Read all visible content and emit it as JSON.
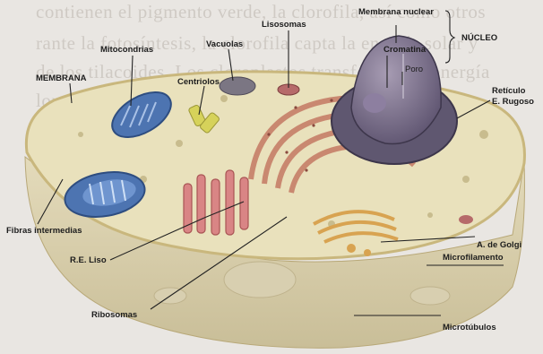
{
  "background_text": [
    "contienen el pigmento verde, la clorofila, así como otros",
    "rante la fotosíntesis, la clorofila capta la energía solar y",
    "de los tilacoides. Los cloroplastos transforman la energía",
    "lorofila..."
  ],
  "labels": {
    "membrana": "MEMBRANA",
    "mitocondrias": "Mitocondrias",
    "vacuolas": "Vacuolas",
    "lisosomas": "Lisosomas",
    "membrana_nuclear": "Membrana nuclear",
    "nucleo": "NÚCLEO",
    "cromatina": "Cromatina",
    "poro": "Poro",
    "centriolos": "Centriolos",
    "reticulo_line1": "Retículo",
    "reticulo_line2": "E. Rugoso",
    "fibras": "Fibras intermedias",
    "golgi": "A. de Golgi",
    "re_liso": "R.E. Liso",
    "microfilamento": "Microfilamento",
    "ribosomas": "Ribosomas",
    "microtubulos": "Microtúbulos"
  },
  "colors": {
    "cytoplasm": "#e7dfb8",
    "cell_side": "#ddd3ad",
    "membrane": "#c9b77d",
    "nucleus": "#7a6f88",
    "rer": "#c98870",
    "mitochondria": "#4d74b1",
    "golgi": "#d8a351"
  }
}
